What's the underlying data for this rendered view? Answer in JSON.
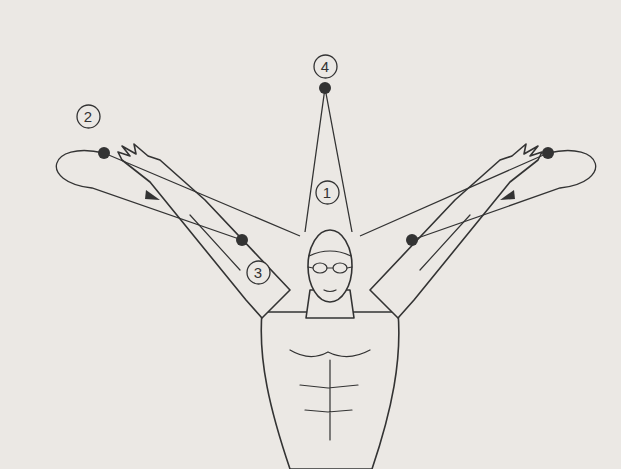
{
  "diagram": {
    "nodes": [
      {
        "text": [
          "4"
        ]
      },
      {
        "text": [
          "2"
        ]
      },
      {
        "text": [
          "1"
        ]
      },
      {
        "text": [
          "3"
        ]
      }
    ]
  }
}
